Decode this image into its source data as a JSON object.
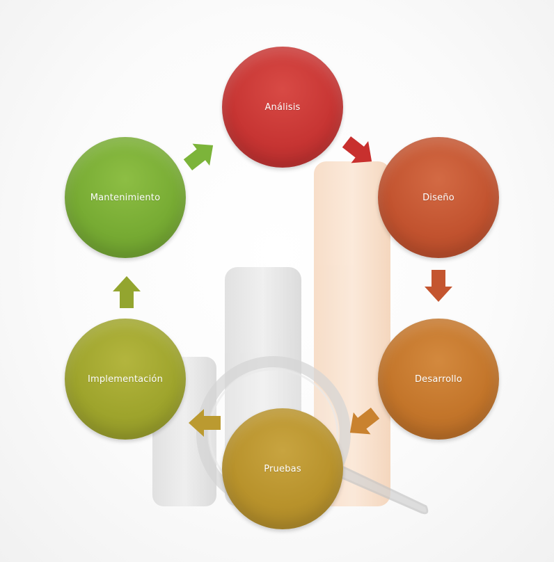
{
  "cycle": {
    "stages": [
      {
        "label": "Análisis",
        "color": "#c73533"
      },
      {
        "label": "Diseño",
        "color": "#c2532f"
      },
      {
        "label": "Desarrollo",
        "color": "#c3752a"
      },
      {
        "label": "Pruebas",
        "color": "#b8922b"
      },
      {
        "label": "Implementación",
        "color": "#9ea42c"
      },
      {
        "label": "Mantenimiento",
        "color": "#77ab33"
      }
    ],
    "arrows": [
      {
        "from": "Análisis",
        "to": "Diseño",
        "color": "#c8302e"
      },
      {
        "from": "Diseño",
        "to": "Desarrollo",
        "color": "#c4552f"
      },
      {
        "from": "Desarrollo",
        "to": "Pruebas",
        "color": "#c9822f"
      },
      {
        "from": "Pruebas",
        "to": "Implementación",
        "color": "#bb9a30"
      },
      {
        "from": "Implementación",
        "to": "Mantenimiento",
        "color": "#93a52f"
      },
      {
        "from": "Mantenimiento",
        "to": "Análisis",
        "color": "#7cb43a"
      }
    ]
  },
  "background": {
    "description_icons": [
      "bar-chart-icon",
      "magnifying-glass-icon"
    ],
    "colors": {
      "bar_light": "#e6e6e6",
      "bar_accent": "#f9dcc4"
    }
  }
}
